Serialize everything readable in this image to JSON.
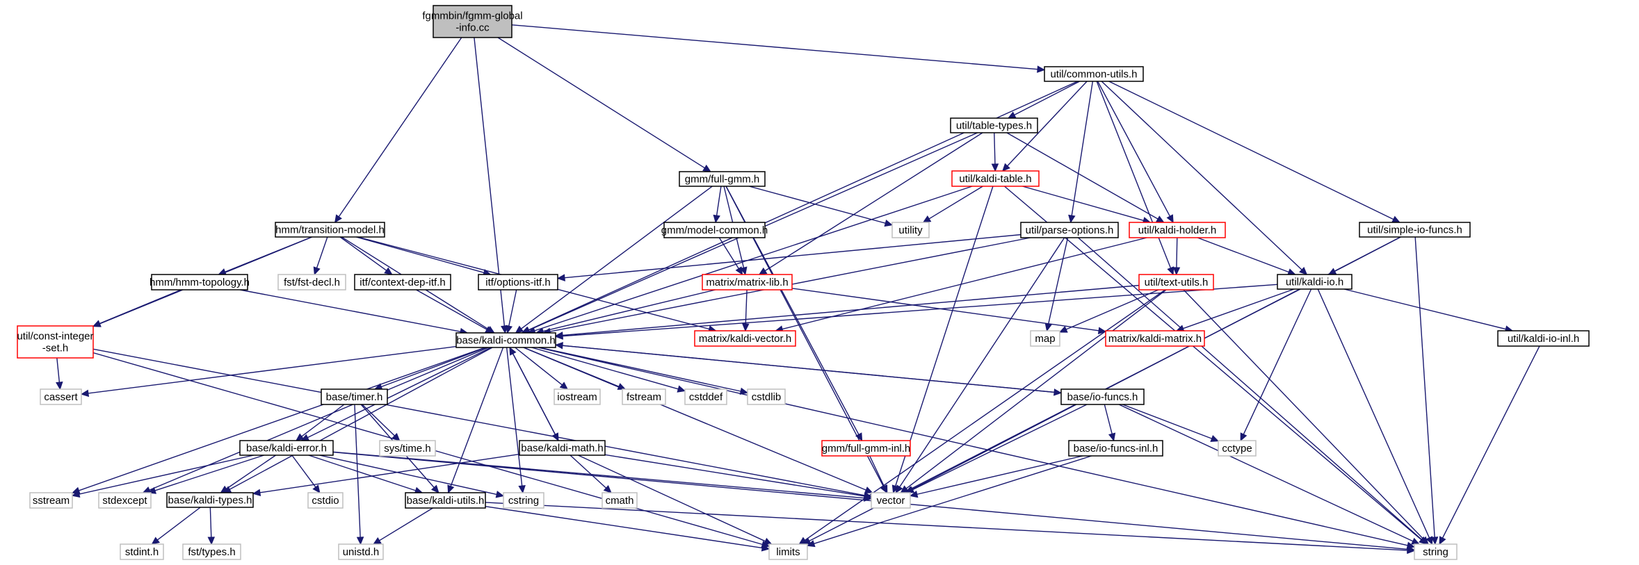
{
  "colors": {
    "edge": "#191970",
    "box_default": "#000000",
    "box_truncated": "#ff0000",
    "box_system": "#bfbfbf",
    "root_fill": "#bfbfbf",
    "text": "#000000",
    "text_system": "#000000"
  },
  "nodes": [
    {
      "id": "root",
      "kind": "root",
      "lines": [
        "fgmmbin/fgmm-global",
        "-info.cc"
      ]
    },
    {
      "id": "common_utils",
      "kind": "default",
      "lines": [
        "util/common-utils.h"
      ]
    },
    {
      "id": "table_types",
      "kind": "default",
      "lines": [
        "util/table-types.h"
      ]
    },
    {
      "id": "full_gmm",
      "kind": "default",
      "lines": [
        "gmm/full-gmm.h"
      ]
    },
    {
      "id": "kaldi_table",
      "kind": "truncated",
      "lines": [
        "util/kaldi-table.h"
      ]
    },
    {
      "id": "transition_model",
      "kind": "default",
      "lines": [
        "hmm/transition-model.h"
      ]
    },
    {
      "id": "model_common",
      "kind": "default",
      "lines": [
        "gmm/model-common.h"
      ]
    },
    {
      "id": "utility",
      "kind": "system",
      "lines": [
        "utility"
      ]
    },
    {
      "id": "parse_options",
      "kind": "default",
      "lines": [
        "util/parse-options.h"
      ]
    },
    {
      "id": "kaldi_holder",
      "kind": "truncated",
      "lines": [
        "util/kaldi-holder.h"
      ]
    },
    {
      "id": "simple_io_funcs",
      "kind": "default",
      "lines": [
        "util/simple-io-funcs.h"
      ]
    },
    {
      "id": "hmm_topology",
      "kind": "default",
      "lines": [
        "hmm/hmm-topology.h"
      ]
    },
    {
      "id": "fst_decl",
      "kind": "system",
      "lines": [
        "fst/fst-decl.h"
      ]
    },
    {
      "id": "context_dep_itf",
      "kind": "default",
      "lines": [
        "itf/context-dep-itf.h"
      ]
    },
    {
      "id": "options_itf",
      "kind": "default",
      "lines": [
        "itf/options-itf.h"
      ]
    },
    {
      "id": "matrix_lib",
      "kind": "truncated",
      "lines": [
        "matrix/matrix-lib.h"
      ]
    },
    {
      "id": "text_utils",
      "kind": "truncated",
      "lines": [
        "util/text-utils.h"
      ]
    },
    {
      "id": "kaldi_io",
      "kind": "default",
      "lines": [
        "util/kaldi-io.h"
      ]
    },
    {
      "id": "const_integer_set",
      "kind": "truncated",
      "lines": [
        "util/const-integer",
        "-set.h"
      ]
    },
    {
      "id": "kaldi_common",
      "kind": "default",
      "lines": [
        "base/kaldi-common.h"
      ]
    },
    {
      "id": "kaldi_vector",
      "kind": "truncated",
      "lines": [
        "matrix/kaldi-vector.h"
      ]
    },
    {
      "id": "map",
      "kind": "system",
      "lines": [
        "map"
      ]
    },
    {
      "id": "kaldi_matrix",
      "kind": "truncated",
      "lines": [
        "matrix/kaldi-matrix.h"
      ]
    },
    {
      "id": "kaldi_io_inl",
      "kind": "default",
      "lines": [
        "util/kaldi-io-inl.h"
      ]
    },
    {
      "id": "cassert",
      "kind": "system",
      "lines": [
        "cassert"
      ]
    },
    {
      "id": "timer",
      "kind": "default",
      "lines": [
        "base/timer.h"
      ]
    },
    {
      "id": "iostream",
      "kind": "system",
      "lines": [
        "iostream"
      ]
    },
    {
      "id": "fstream",
      "kind": "system",
      "lines": [
        "fstream"
      ]
    },
    {
      "id": "cstddef",
      "kind": "system",
      "lines": [
        "cstddef"
      ]
    },
    {
      "id": "cstdlib",
      "kind": "system",
      "lines": [
        "cstdlib"
      ]
    },
    {
      "id": "io_funcs",
      "kind": "default",
      "lines": [
        "base/io-funcs.h"
      ]
    },
    {
      "id": "sys_time",
      "kind": "system",
      "lines": [
        "sys/time.h"
      ]
    },
    {
      "id": "kaldi_error",
      "kind": "default",
      "lines": [
        "base/kaldi-error.h"
      ]
    },
    {
      "id": "kaldi_math",
      "kind": "default",
      "lines": [
        "base/kaldi-math.h"
      ]
    },
    {
      "id": "full_gmm_inl",
      "kind": "truncated",
      "lines": [
        "gmm/full-gmm-inl.h"
      ]
    },
    {
      "id": "io_funcs_inl",
      "kind": "default",
      "lines": [
        "base/io-funcs-inl.h"
      ]
    },
    {
      "id": "cctype",
      "kind": "system",
      "lines": [
        "cctype"
      ]
    },
    {
      "id": "sstream",
      "kind": "system",
      "lines": [
        "sstream"
      ]
    },
    {
      "id": "stdexcept",
      "kind": "system",
      "lines": [
        "stdexcept"
      ]
    },
    {
      "id": "kaldi_types",
      "kind": "default",
      "lines": [
        "base/kaldi-types.h"
      ]
    },
    {
      "id": "cstdio",
      "kind": "system",
      "lines": [
        "cstdio"
      ]
    },
    {
      "id": "kaldi_utils",
      "kind": "default",
      "lines": [
        "base/kaldi-utils.h"
      ]
    },
    {
      "id": "cstring",
      "kind": "system",
      "lines": [
        "cstring"
      ]
    },
    {
      "id": "cmath",
      "kind": "system",
      "lines": [
        "cmath"
      ]
    },
    {
      "id": "vector",
      "kind": "system",
      "lines": [
        "vector"
      ]
    },
    {
      "id": "stdint",
      "kind": "system",
      "lines": [
        "stdint.h"
      ]
    },
    {
      "id": "fst_types",
      "kind": "system",
      "lines": [
        "fst/types.h"
      ]
    },
    {
      "id": "unistd",
      "kind": "system",
      "lines": [
        "unistd.h"
      ]
    },
    {
      "id": "limits",
      "kind": "system",
      "lines": [
        "limits"
      ]
    },
    {
      "id": "string",
      "kind": "system",
      "lines": [
        "string"
      ]
    }
  ],
  "edges": [
    [
      "root",
      "common_utils"
    ],
    [
      "root",
      "full_gmm"
    ],
    [
      "root",
      "transition_model"
    ],
    [
      "root",
      "kaldi_common"
    ],
    [
      "common_utils",
      "table_types"
    ],
    [
      "common_utils",
      "kaldi_table"
    ],
    [
      "common_utils",
      "parse_options"
    ],
    [
      "common_utils",
      "kaldi_holder"
    ],
    [
      "common_utils",
      "simple_io_funcs"
    ],
    [
      "common_utils",
      "text_utils"
    ],
    [
      "common_utils",
      "kaldi_io"
    ],
    [
      "common_utils",
      "kaldi_common"
    ],
    [
      "table_types",
      "kaldi_table"
    ],
    [
      "table_types",
      "kaldi_holder"
    ],
    [
      "table_types",
      "matrix_lib"
    ],
    [
      "table_types",
      "kaldi_common"
    ],
    [
      "full_gmm",
      "model_common"
    ],
    [
      "full_gmm",
      "utility"
    ],
    [
      "full_gmm",
      "matrix_lib"
    ],
    [
      "full_gmm",
      "kaldi_common"
    ],
    [
      "full_gmm",
      "full_gmm_inl"
    ],
    [
      "full_gmm",
      "vector"
    ],
    [
      "kaldi_table",
      "utility"
    ],
    [
      "kaldi_table",
      "kaldi_holder"
    ],
    [
      "kaldi_table",
      "kaldi_common"
    ],
    [
      "kaldi_table",
      "vector"
    ],
    [
      "kaldi_table",
      "string"
    ],
    [
      "transition_model",
      "hmm_topology"
    ],
    [
      "transition_model",
      "fst_decl"
    ],
    [
      "transition_model",
      "context_dep_itf"
    ],
    [
      "transition_model",
      "options_itf"
    ],
    [
      "transition_model",
      "kaldi_vector"
    ],
    [
      "transition_model",
      "const_integer_set"
    ],
    [
      "transition_model",
      "kaldi_common"
    ],
    [
      "model_common",
      "matrix_lib"
    ],
    [
      "parse_options",
      "options_itf"
    ],
    [
      "parse_options",
      "map"
    ],
    [
      "parse_options",
      "vector"
    ],
    [
      "parse_options",
      "string"
    ],
    [
      "parse_options",
      "kaldi_common"
    ],
    [
      "kaldi_holder",
      "text_utils"
    ],
    [
      "kaldi_holder",
      "kaldi_io"
    ],
    [
      "kaldi_holder",
      "kaldi_vector"
    ],
    [
      "simple_io_funcs",
      "kaldi_io"
    ],
    [
      "simple_io_funcs",
      "vector"
    ],
    [
      "simple_io_funcs",
      "string"
    ],
    [
      "hmm_topology",
      "const_integer_set"
    ],
    [
      "hmm_topology",
      "kaldi_common"
    ],
    [
      "context_dep_itf",
      "kaldi_common"
    ],
    [
      "options_itf",
      "kaldi_common"
    ],
    [
      "matrix_lib",
      "kaldi_vector"
    ],
    [
      "matrix_lib",
      "kaldi_matrix"
    ],
    [
      "matrix_lib",
      "kaldi_common"
    ],
    [
      "text_utils",
      "map"
    ],
    [
      "text_utils",
      "vector"
    ],
    [
      "text_utils",
      "limits"
    ],
    [
      "text_utils",
      "string"
    ],
    [
      "text_utils",
      "kaldi_common"
    ],
    [
      "kaldi_io",
      "kaldi_matrix"
    ],
    [
      "kaldi_io",
      "kaldi_io_inl"
    ],
    [
      "kaldi_io",
      "cctype"
    ],
    [
      "kaldi_io",
      "limits"
    ],
    [
      "kaldi_io",
      "string"
    ],
    [
      "kaldi_io",
      "kaldi_common"
    ],
    [
      "const_integer_set",
      "cassert"
    ],
    [
      "const_integer_set",
      "vector"
    ],
    [
      "const_integer_set",
      "limits"
    ],
    [
      "kaldi_common",
      "cassert"
    ],
    [
      "kaldi_common",
      "timer"
    ],
    [
      "kaldi_common",
      "iostream"
    ],
    [
      "kaldi_common",
      "fstream"
    ],
    [
      "kaldi_common",
      "cstddef"
    ],
    [
      "kaldi_common",
      "cstdlib"
    ],
    [
      "kaldi_common",
      "io_funcs"
    ],
    [
      "kaldi_common",
      "kaldi_error"
    ],
    [
      "kaldi_common",
      "kaldi_math"
    ],
    [
      "kaldi_common",
      "sstream"
    ],
    [
      "kaldi_common",
      "stdexcept"
    ],
    [
      "kaldi_common",
      "kaldi_types"
    ],
    [
      "kaldi_common",
      "kaldi_utils"
    ],
    [
      "kaldi_common",
      "cstring"
    ],
    [
      "kaldi_common",
      "vector"
    ],
    [
      "kaldi_common",
      "string"
    ],
    [
      "kaldi_io_inl",
      "string"
    ],
    [
      "timer",
      "sys_time"
    ],
    [
      "timer",
      "kaldi_error"
    ],
    [
      "timer",
      "kaldi_utils"
    ],
    [
      "timer",
      "unistd"
    ],
    [
      "io_funcs",
      "kaldi_common"
    ],
    [
      "io_funcs",
      "io_funcs_inl"
    ],
    [
      "io_funcs",
      "cctype"
    ],
    [
      "io_funcs",
      "vector"
    ],
    [
      "io_funcs",
      "string"
    ],
    [
      "kaldi_error",
      "sstream"
    ],
    [
      "kaldi_error",
      "stdexcept"
    ],
    [
      "kaldi_error",
      "kaldi_types"
    ],
    [
      "kaldi_error",
      "cstdio"
    ],
    [
      "kaldi_error",
      "kaldi_utils"
    ],
    [
      "kaldi_error",
      "cstring"
    ],
    [
      "kaldi_error",
      "vector"
    ],
    [
      "kaldi_error",
      "string"
    ],
    [
      "kaldi_math",
      "kaldi_common"
    ],
    [
      "kaldi_math",
      "kaldi_types"
    ],
    [
      "kaldi_math",
      "cmath"
    ],
    [
      "kaldi_math",
      "limits"
    ],
    [
      "kaldi_math",
      "vector"
    ],
    [
      "full_gmm_inl",
      "vector"
    ],
    [
      "io_funcs_inl",
      "vector"
    ],
    [
      "io_funcs_inl",
      "limits"
    ],
    [
      "kaldi_types",
      "stdint"
    ],
    [
      "kaldi_types",
      "fst_types"
    ],
    [
      "kaldi_utils",
      "unistd"
    ],
    [
      "kaldi_utils",
      "limits"
    ],
    [
      "kaldi_utils",
      "string"
    ]
  ]
}
